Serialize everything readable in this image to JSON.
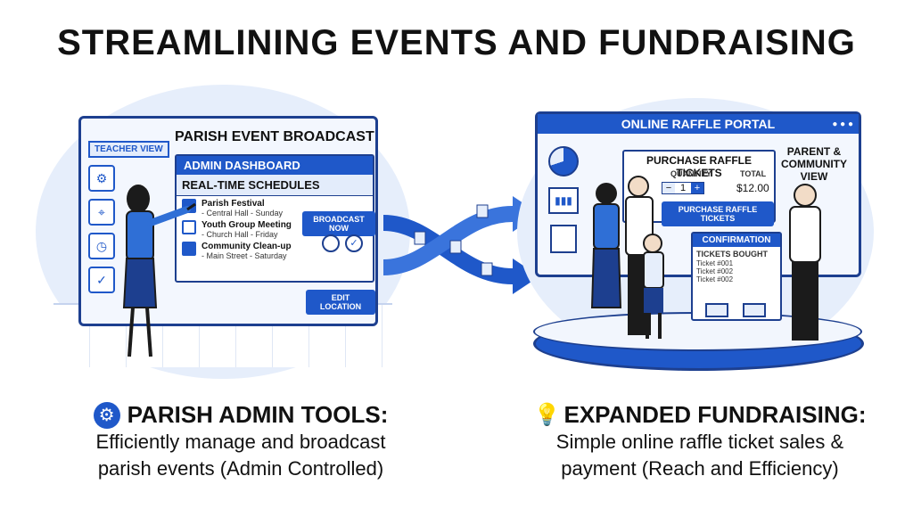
{
  "title": "STREAMLINING EVENTS AND FUNDRAISING",
  "left": {
    "side_tab": "TEACHER VIEW",
    "board_title": "PARISH EVENT BROADCAST",
    "admin_dashboard": "ADMIN DASHBOARD",
    "schedules": "REAL-TIME SCHEDULES",
    "events": [
      {
        "name": "Parish Festival",
        "detail": "- Central Hall - Sunday"
      },
      {
        "name": "Youth Group Meeting",
        "detail": "- Church Hall - Friday"
      },
      {
        "name": "Community Clean-up",
        "detail": "- Main Street - Saturday"
      }
    ],
    "broadcast_btn": "BROADCAST NOW",
    "edit_btn": "EDIT LOCATION",
    "caption_head": "PARISH ADMIN TOOLS:",
    "caption_line1": "Efficiently manage and broadcast",
    "caption_line2": "parish events (Admin Controlled)"
  },
  "right": {
    "portal_title": "ONLINE RAFFLE PORTAL",
    "purchase_title": "PURCHASE RAFFLE TICKETS",
    "quantity_label": "QUANTITY",
    "total_label": "TOTAL",
    "qty_value": "1",
    "total_value": "$12.00",
    "purchase_btn": "PURCHASE RAFFLE TICKETS",
    "community_view": "PARENT & COMMUNITY VIEW",
    "confirmation": "CONFIRMATION",
    "tickets_bought": "TICKETS BOUGHT",
    "tickets": [
      "Ticket #001",
      "Ticket #002",
      "Ticket #002"
    ],
    "caption_head": "EXPANDED FUNDRAISING:",
    "caption_line1": "Simple online raffle ticket sales &",
    "caption_line2": "payment (Reach and Efficiency)"
  },
  "colors": {
    "accent": "#1f58c9",
    "dark": "#1d3f8f",
    "light": "#e6eefb"
  }
}
